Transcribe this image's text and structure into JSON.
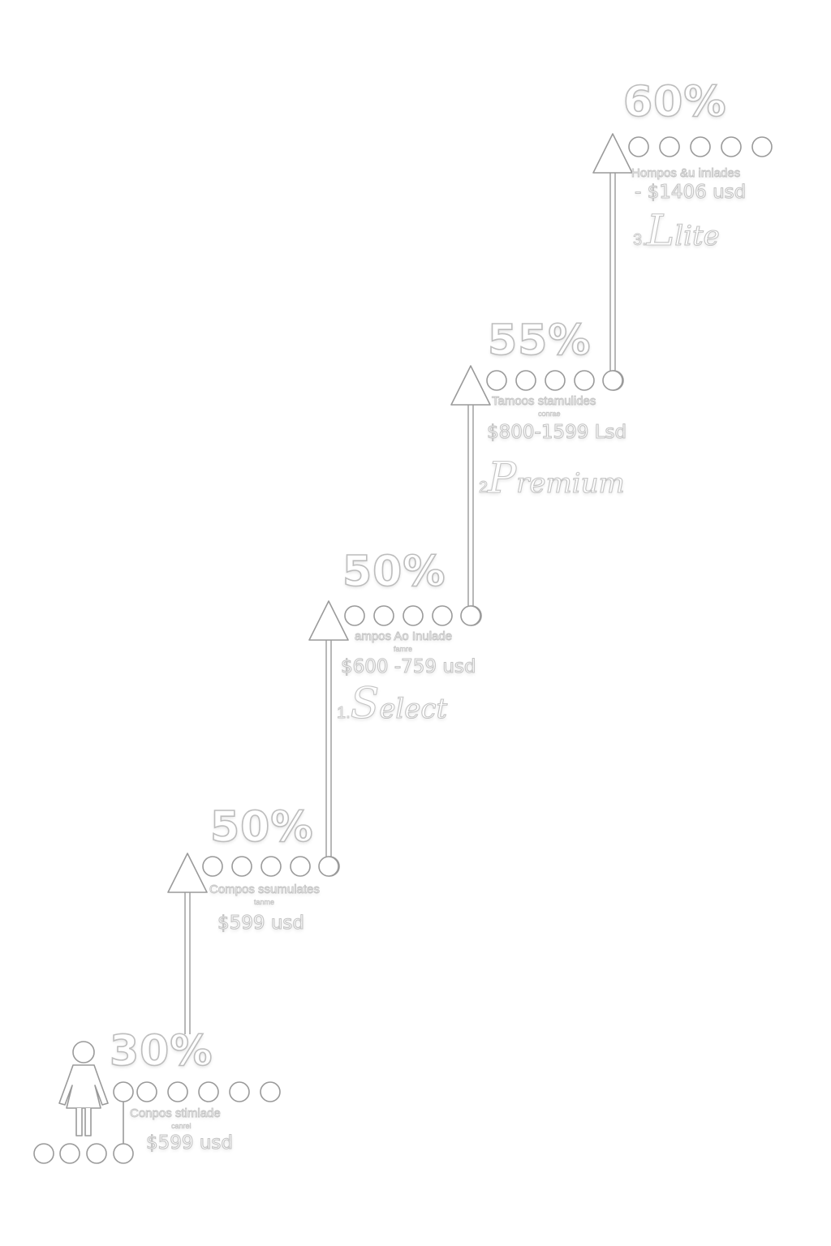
{
  "colors": {
    "stroke": "#9a9a9a",
    "text_outline": "#c4c4c4",
    "background": "#ffffff"
  },
  "person": {
    "icon": "person-icon"
  },
  "steps": [
    {
      "percent": "30%",
      "description": "Conpos stimlade",
      "small": "canrel",
      "price": "$599 usd",
      "filled": 0
    },
    {
      "percent": "50%",
      "description": "Compos ssumulates",
      "small": "tanme",
      "price": "$599 usd",
      "filled": 0
    },
    {
      "percent": "50%",
      "description": "ampos Ao Inulade",
      "small": "famre",
      "price": "$600 -759 usd",
      "tier_number": "1.",
      "tier_initial": "S",
      "tier_rest": "elect",
      "filled": 0
    },
    {
      "percent": "55%",
      "description": "Tamoos stamulides",
      "small": "conrae",
      "price": "$800-1599 Lsd",
      "tier_number": "2",
      "tier_initial": "P",
      "tier_rest": "remium",
      "filled": 0
    },
    {
      "percent": "60%",
      "description": "Hompos &u imlades",
      "price": "- $1406 usd",
      "tier_number": "3.",
      "tier_initial": "L",
      "tier_rest": "lite",
      "filled": 0
    }
  ]
}
